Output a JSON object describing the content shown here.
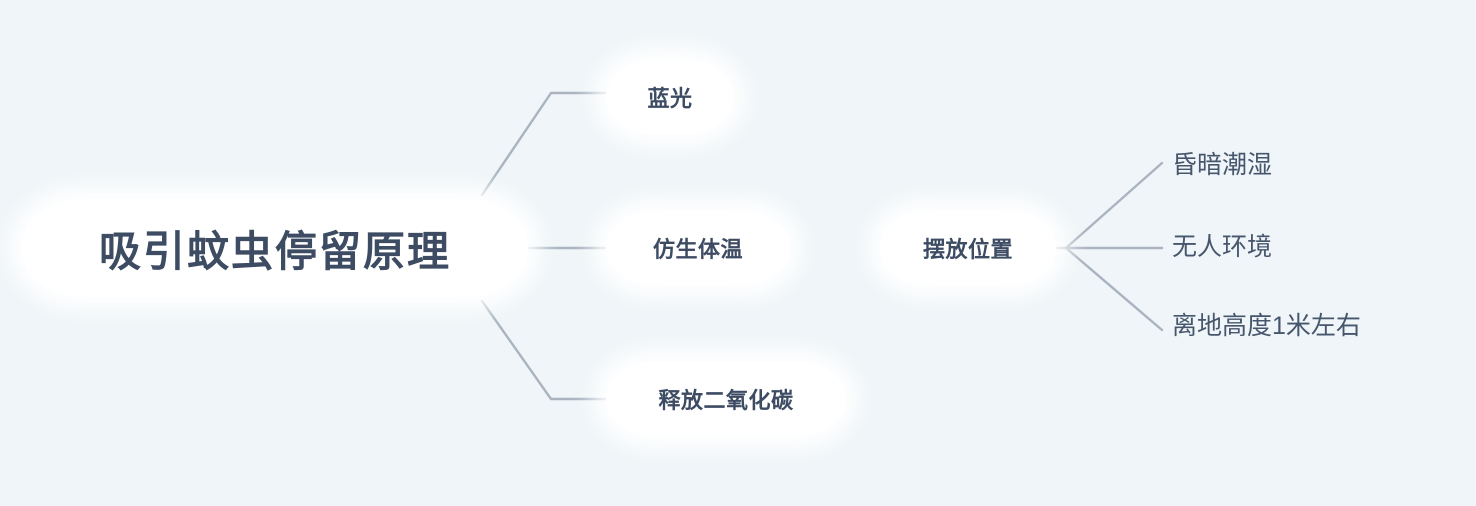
{
  "canvas": {
    "background_color": "#eff5f8",
    "connector_color": "#a9b4c0",
    "node_fill_color": "#ffffff",
    "node_text_color": "#3d4c63",
    "leaf_text_color": "#46566c"
  },
  "mindmap": {
    "root": {
      "label": "吸引蚊虫停留原理",
      "children": [
        {
          "label": "蓝光"
        },
        {
          "label": "仿生体温"
        },
        {
          "label": "释放二氧化碳"
        }
      ]
    },
    "branch": {
      "label": "摆放位置",
      "children": [
        {
          "label": "昏暗潮湿"
        },
        {
          "label": "无人环境"
        },
        {
          "label": "离地高度1米左右"
        }
      ]
    }
  }
}
